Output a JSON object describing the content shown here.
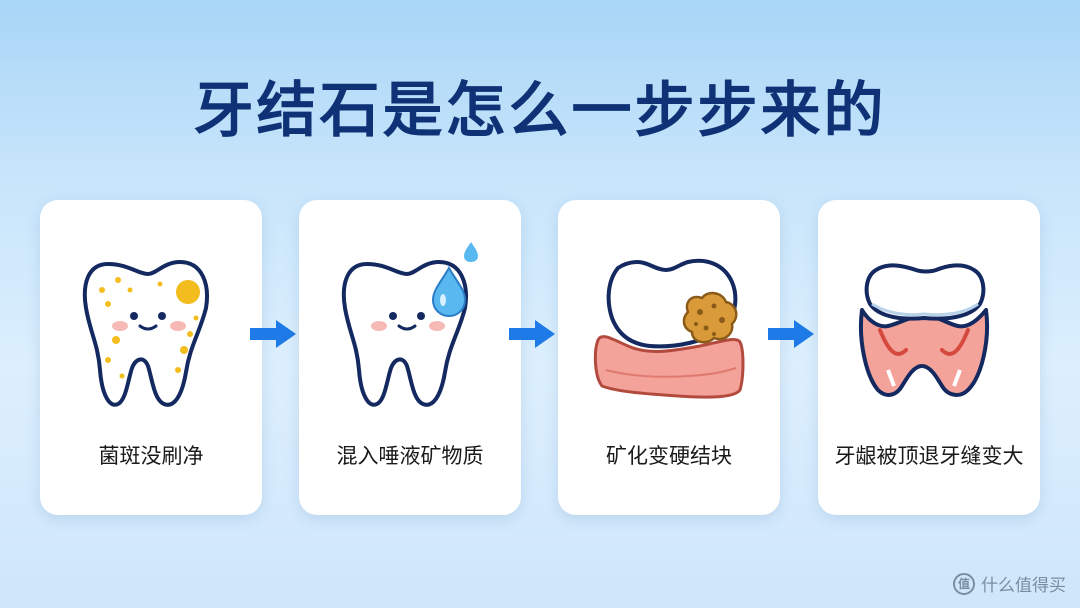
{
  "title": "牙结石是怎么一步步来的",
  "steps": [
    {
      "label": "菌斑没刷净",
      "icon": "tooth-plaque-icon"
    },
    {
      "label": "混入唾液矿物质",
      "icon": "tooth-saliva-icon"
    },
    {
      "label": "矿化变硬结块",
      "icon": "tooth-tartar-icon"
    },
    {
      "label": "牙龈被顶退牙缝变大",
      "icon": "tooth-gum-recession-icon"
    }
  ],
  "arrow_icon": "arrow-right-icon",
  "watermark": {
    "text": "什么值得买",
    "logo_char": "值"
  },
  "colors": {
    "title": "#0f3276",
    "arrow": "#1e7ae6",
    "outline": "#13295f",
    "plaque": "#f2bd1d",
    "gum": "#f4a39a",
    "tartar": "#d99a3a"
  }
}
